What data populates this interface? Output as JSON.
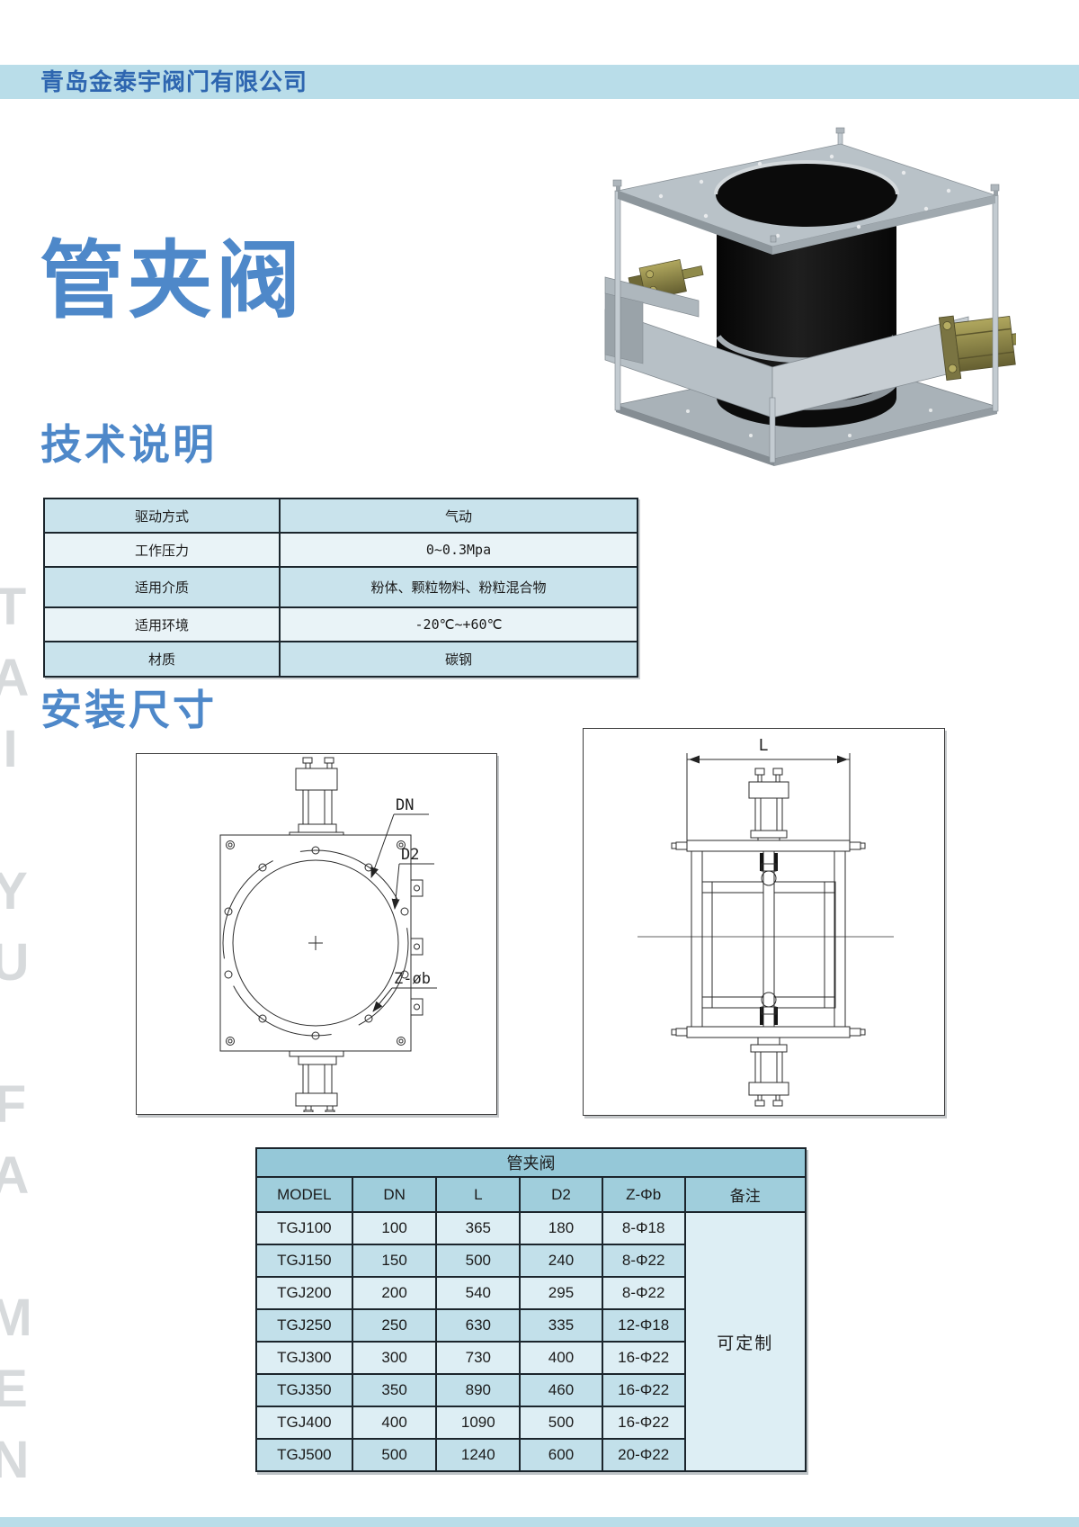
{
  "header": {
    "company": "青岛金泰宇阀门有限公司"
  },
  "page": {
    "title": "管夹阀",
    "watermark": "TAI YU FA MEN"
  },
  "sections": {
    "tech": "技术说明",
    "install": "安装尺寸"
  },
  "spec_table": {
    "rows": [
      {
        "label": "驱动方式",
        "value": "气动"
      },
      {
        "label": "工作压力",
        "value": "0~0.3Mpa"
      },
      {
        "label": "适用介质",
        "value": "粉体、颗粒物料、粉粒混合物"
      },
      {
        "label": "适用环境",
        "value": "-20℃~+60℃"
      },
      {
        "label": "材质",
        "value": "碳钢"
      }
    ]
  },
  "drawing_labels": {
    "dn": "DN",
    "d2": "D2",
    "z_phi_b": "Z-øb",
    "length": "L"
  },
  "size_table": {
    "title": "管夹阀",
    "headers": [
      "MODEL",
      "DN",
      "L",
      "D2",
      "Z-Φb",
      "备注"
    ],
    "rows": [
      [
        "TGJ100",
        "100",
        "365",
        "180",
        "8-Φ18"
      ],
      [
        "TGJ150",
        "150",
        "500",
        "240",
        "8-Φ22"
      ],
      [
        "TGJ200",
        "200",
        "540",
        "295",
        "8-Φ22"
      ],
      [
        "TGJ250",
        "250",
        "630",
        "335",
        "12-Φ18"
      ],
      [
        "TGJ300",
        "300",
        "730",
        "400",
        "16-Φ22"
      ],
      [
        "TGJ350",
        "350",
        "890",
        "460",
        "16-Φ22"
      ],
      [
        "TGJ400",
        "400",
        "1090",
        "500",
        "16-Φ22"
      ],
      [
        "TGJ500",
        "500",
        "1240",
        "600",
        "20-Φ22"
      ]
    ],
    "remark": "可定制"
  },
  "colors": {
    "header_bar": "#b9dde9",
    "company_blue": "#2e66b0",
    "heading_blue": "#4e88c9",
    "table_border": "#1b252c",
    "spec_row_dark": "#c9e3ec",
    "spec_row_light": "#e9f3f7",
    "size_title_bg": "#95c8d8",
    "size_header_bg": "#a0cedc",
    "size_row_light": "#ddeef4",
    "size_row_dark": "#c2e0ea",
    "remark_bg": "#b7dbe5"
  }
}
